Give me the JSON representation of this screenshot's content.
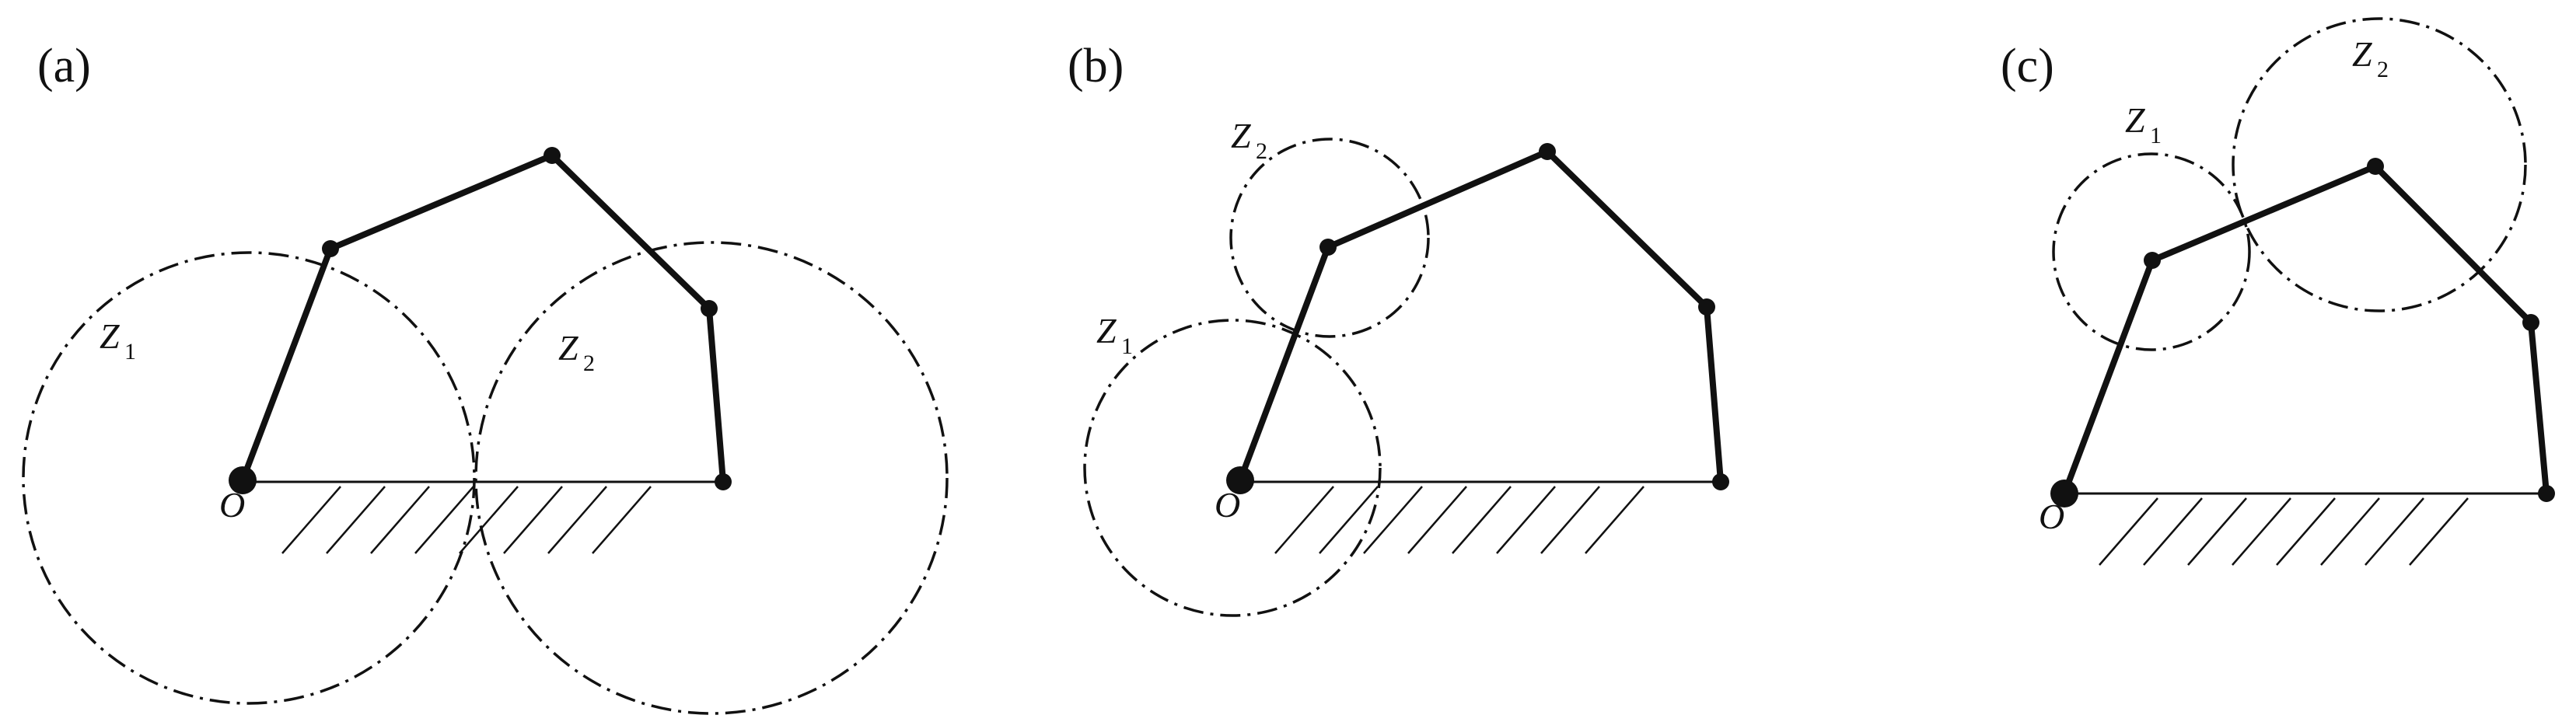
{
  "panels": [
    {
      "label": "(a)",
      "origin_label": "O",
      "zones": [
        {
          "name": "Z",
          "subscript": "1"
        },
        {
          "name": "Z",
          "subscript": "2"
        }
      ]
    },
    {
      "label": "(b)",
      "origin_label": "O",
      "zones": [
        {
          "name": "Z",
          "subscript": "1"
        },
        {
          "name": "Z",
          "subscript": "2"
        }
      ]
    },
    {
      "label": "(c)",
      "origin_label": "O",
      "zones": [
        {
          "name": "Z",
          "subscript": "1"
        },
        {
          "name": "Z",
          "subscript": "2"
        }
      ]
    }
  ]
}
